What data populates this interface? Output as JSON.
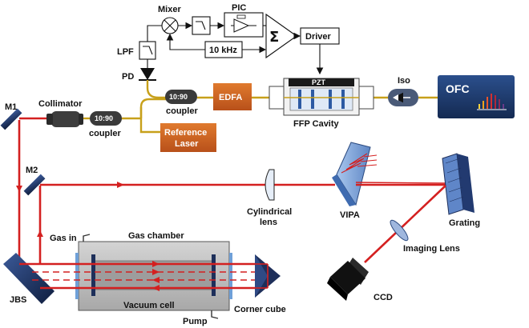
{
  "labels": {
    "mixer": "Mixer",
    "pic": "PIC",
    "driver": "Driver",
    "sum": "Σ",
    "lpf": "LPF",
    "freq": "10 kHz",
    "pd": "PD",
    "coupler_ratio_left": "10:90",
    "coupler_ratio_mid": "10:90",
    "coupler_left": "coupler",
    "coupler_mid": "coupler",
    "edfa": "EDFA",
    "pzt": "PZT",
    "ffp_cavity": "FFP Cavity",
    "iso": "Iso",
    "ofc": "OFC",
    "reference_laser_1": "Reference",
    "reference_laser_2": "Laser",
    "m1": "M1",
    "m2": "M2",
    "collimator": "Collimator",
    "cylindrical_lens_1": "Cylindrical",
    "cylindrical_lens_2": "lens",
    "vipa": "VIPA",
    "grating": "Grating",
    "imaging_lens": "Imaging Lens",
    "ccd": "CCD",
    "gas_in": "Gas in",
    "gas_chamber": "Gas chamber",
    "vacuum_cell": "Vacuum cell",
    "jbs": "JBS",
    "pump": "Pump",
    "corner_cube": "Corner cube"
  },
  "colors": {
    "fiber": "#c7a01a",
    "beam": "#d42020",
    "edfa": "#d2691e",
    "ofc_bg": "#1f3a6e",
    "chamber": "#bdbdbd",
    "optic_dark": "#1e2f5a",
    "optic_light": "#8fb3e0"
  }
}
